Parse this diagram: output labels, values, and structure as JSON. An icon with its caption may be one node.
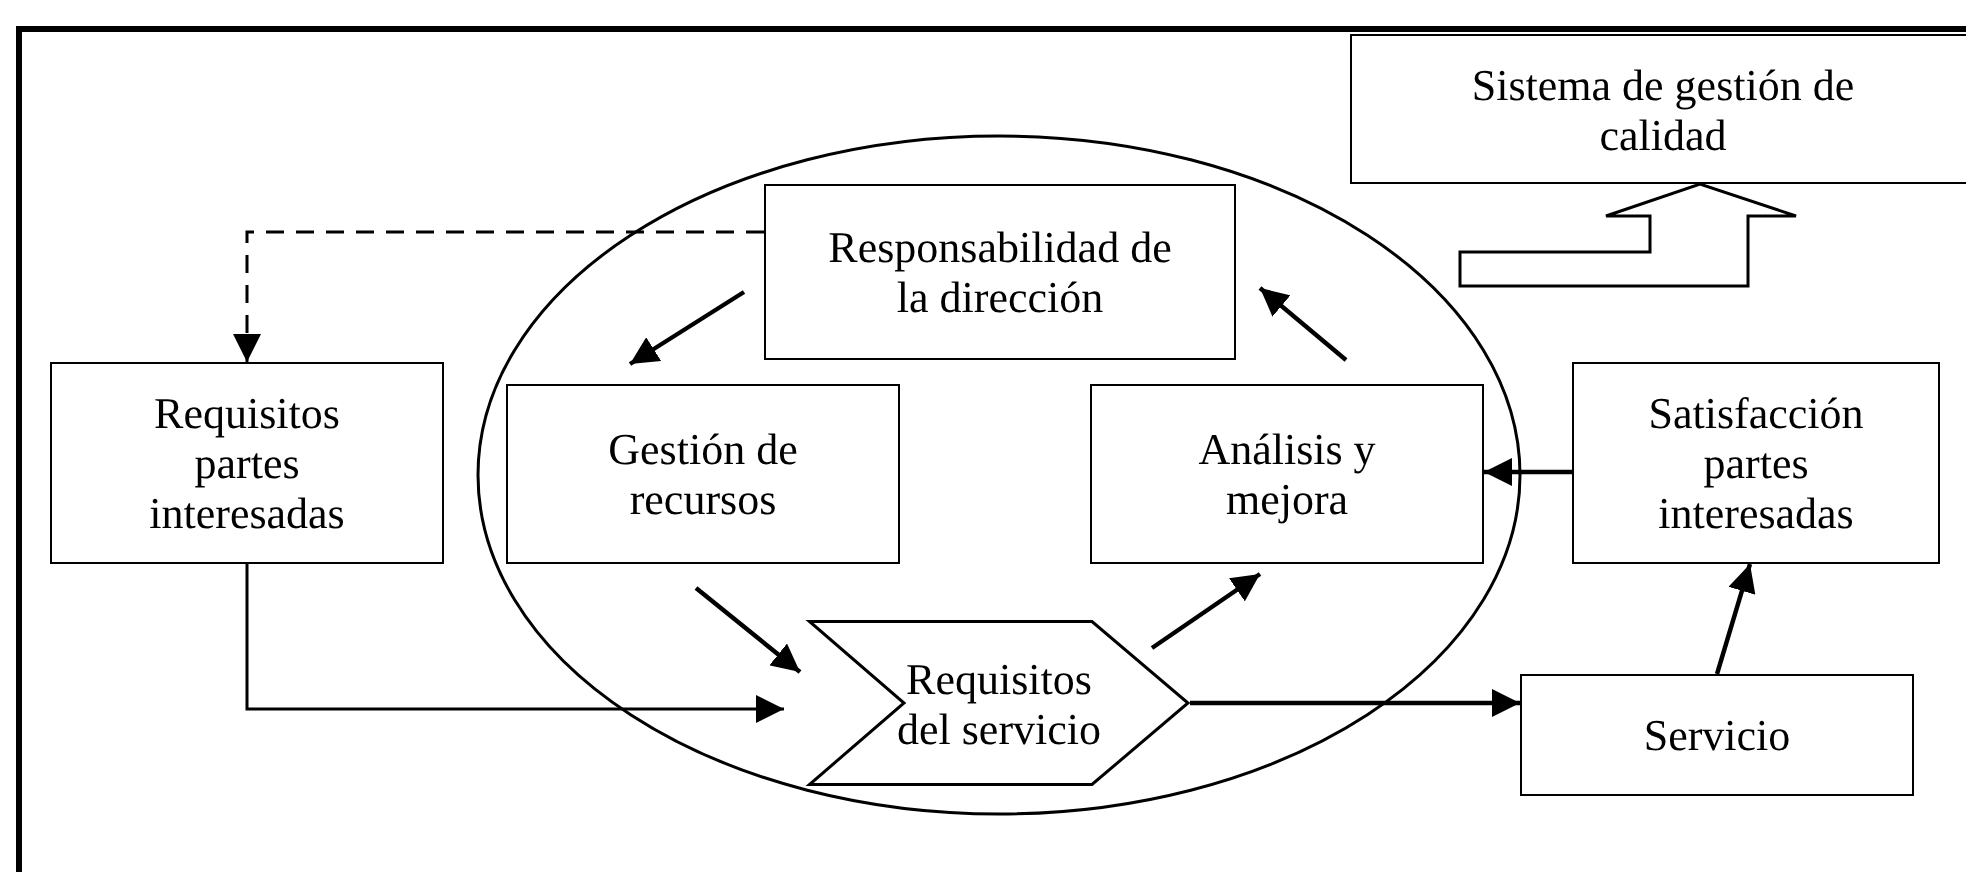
{
  "diagram": {
    "nodes": [
      {
        "text": [],
        "shape": "ellipse"
      },
      {
        "text": [
          "Sistema de gestión de calidad"
        ]
      },
      {
        "text": [
          "Responsabilidad de la dirección"
        ],
        "in": 0
      },
      {
        "text": [
          "Requisitos partes interesadas"
        ]
      },
      {
        "text": [
          "Gestión de recursos"
        ],
        "in": 0
      },
      {
        "text": [
          "Análisis y mejora"
        ],
        "in": 0
      },
      {
        "text": [
          "Satisfacción partes interesadas"
        ]
      },
      {
        "text": [
          "Requisitos del servicio"
        ],
        "in": 0
      },
      {
        "text": [
          "Servicio"
        ]
      }
    ],
    "edges": [
      {
        "from": null,
        "to": 1,
        "arrow": "to",
        "style": "thick"
      },
      {
        "from": 2,
        "to": 3,
        "arrow": "to",
        "style": "dashed"
      },
      {
        "from": 2,
        "to": 4,
        "arrow": "to"
      },
      {
        "from": 5,
        "to": 2,
        "arrow": "to"
      },
      {
        "from": 3,
        "to": 7,
        "arrow": "to"
      },
      {
        "from": 4,
        "to": 7,
        "arrow": "to"
      },
      {
        "from": 7,
        "to": 5,
        "arrow": "to"
      },
      {
        "from": 6,
        "to": 5,
        "arrow": "to"
      },
      {
        "from": 7,
        "to": 8,
        "arrow": "to"
      },
      {
        "from": 8,
        "to": 6,
        "arrow": "to"
      }
    ]
  }
}
